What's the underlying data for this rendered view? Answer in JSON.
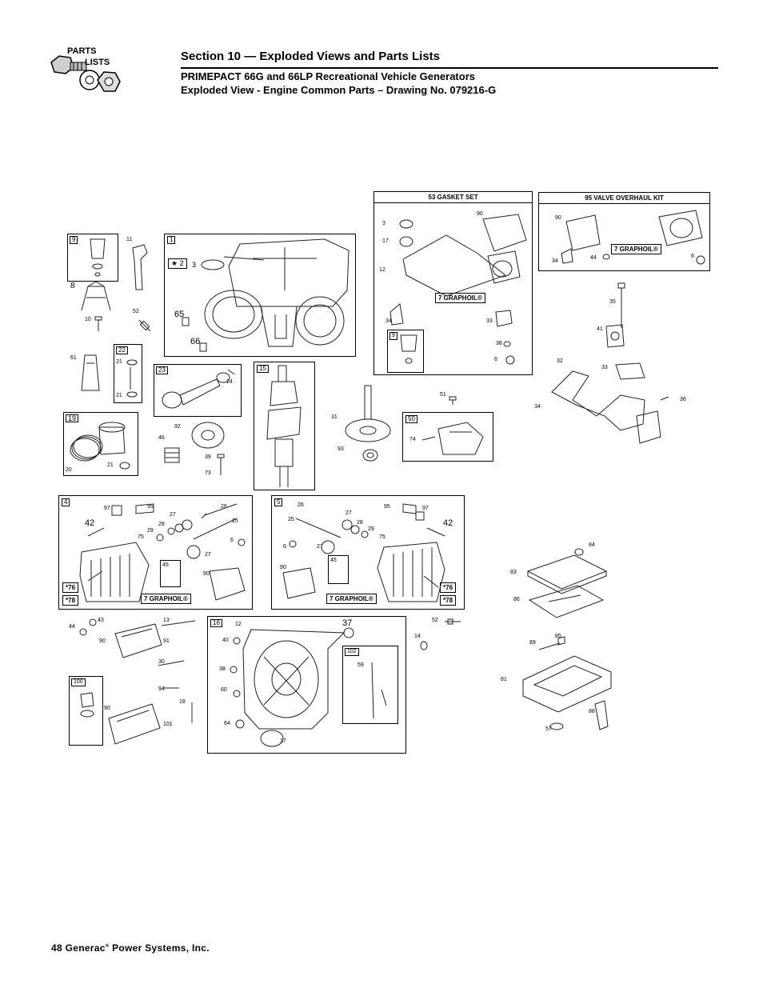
{
  "header": {
    "logo_line1": "PARTS",
    "logo_line2": "LISTS",
    "section_title": "Section 10 — Exploded Views and Parts Lists",
    "subtitle_1": "PRIMEPACT 66G and 66LP Recreational Vehicle Generators",
    "subtitle_2": "Exploded View - Engine Common Parts – Drawing No. 079216-G"
  },
  "footer": {
    "page_number": "48",
    "company": "Generac",
    "reg_mark": "®",
    "company_suffix": "Power Systems, Inc."
  },
  "kits": {
    "gasket_set": "53 GASKET SET",
    "valve_kit": "95 VALVE OVERHAUL KIT"
  },
  "tags": {
    "graphoil": "7 GRAPHOIL®",
    "star2": "★ 2"
  },
  "callouts": {
    "c9": "9",
    "c11": "11",
    "c1": "1",
    "c3": "3",
    "c8": "8",
    "c52": "52",
    "c10": "10",
    "c65": "65",
    "c66": "66",
    "c61": "61",
    "c22": "22",
    "c21a": "21",
    "c21b": "21",
    "c23": "23",
    "c24": "24",
    "c15": "15",
    "c19": "19",
    "c92": "92",
    "c46": "46",
    "c39": "39",
    "c73": "73",
    "c20": "20",
    "c21c": "21",
    "gs3": "3",
    "gs90": "90",
    "gs17": "17",
    "gs12": "12",
    "gs34": "34",
    "gs33": "33",
    "gs38": "38",
    "gs6": "6",
    "gs9": "9",
    "vk90": "90",
    "vk34": "34",
    "vk44": "44",
    "vk6": "6",
    "r35": "35",
    "r41": "41",
    "r32": "32",
    "r33": "33",
    "r34": "34",
    "r36": "36",
    "m51": "51",
    "m31": "31",
    "m93": "93",
    "m50": "50",
    "m74": "74",
    "h4": "4",
    "h97": "97",
    "h95": "95",
    "h42": "42",
    "h27": "27",
    "h26": "26",
    "h28": "28",
    "h29": "29",
    "h75": "75",
    "h25": "25",
    "h6": "6",
    "h27b": "27",
    "h45": "45",
    "h90": "90",
    "h76": "*76",
    "h78": "*78",
    "g5": "5",
    "g26": "26",
    "g27": "27",
    "g95": "95",
    "g97": "97",
    "g25": "25",
    "g28": "28",
    "g29": "29",
    "g42": "42",
    "g75": "75",
    "g6": "6",
    "g27b": "27",
    "g45": "45",
    "g90": "90",
    "g76": "*76",
    "g78": "*78",
    "b44": "44",
    "b43": "43",
    "b90": "90",
    "b13": "13",
    "b91": "91",
    "b30": "30",
    "b100": "100",
    "b94": "94",
    "b18": "18",
    "b90b": "90",
    "b101": "101",
    "s16": "16",
    "s12": "12",
    "s37": "37",
    "s40": "40",
    "s38": "38",
    "s102": "102",
    "s59": "59",
    "s60": "60",
    "s64": "64",
    "s17": "17",
    "o52": "52",
    "o14": "14",
    "f84": "84",
    "f83": "83",
    "f86": "86",
    "f85": "85",
    "f89": "89",
    "f81": "81",
    "f88": "88",
    "f57": "57"
  }
}
